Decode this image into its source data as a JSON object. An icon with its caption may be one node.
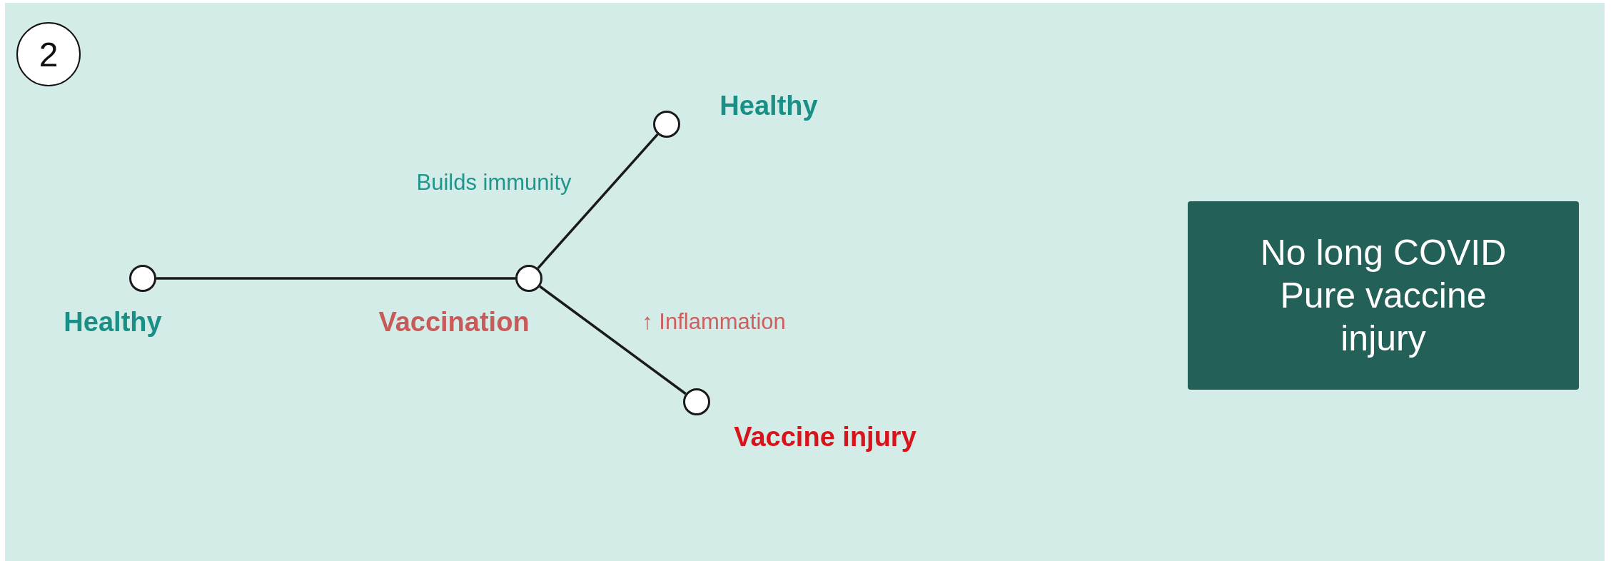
{
  "diagram": {
    "nodes": [
      {
        "text": [
          "2"
        ]
      },
      {
        "text": [
          "Healthy"
        ]
      },
      {
        "text": [
          "Vaccination"
        ]
      },
      {
        "text": [
          "Healthy"
        ]
      },
      {
        "text": [
          "Vaccine injury"
        ]
      },
      {
        "text": [
          "No long COVID Pure vaccine injury"
        ]
      }
    ],
    "edges": [
      {
        "from": 1,
        "to": 2,
        "arrow": "none"
      },
      {
        "from": 2,
        "to": 3,
        "arrow": "none",
        "label": "Builds immunity"
      },
      {
        "from": 2,
        "to": 4,
        "arrow": "none",
        "label": "↑ Inflammation"
      }
    ]
  }
}
